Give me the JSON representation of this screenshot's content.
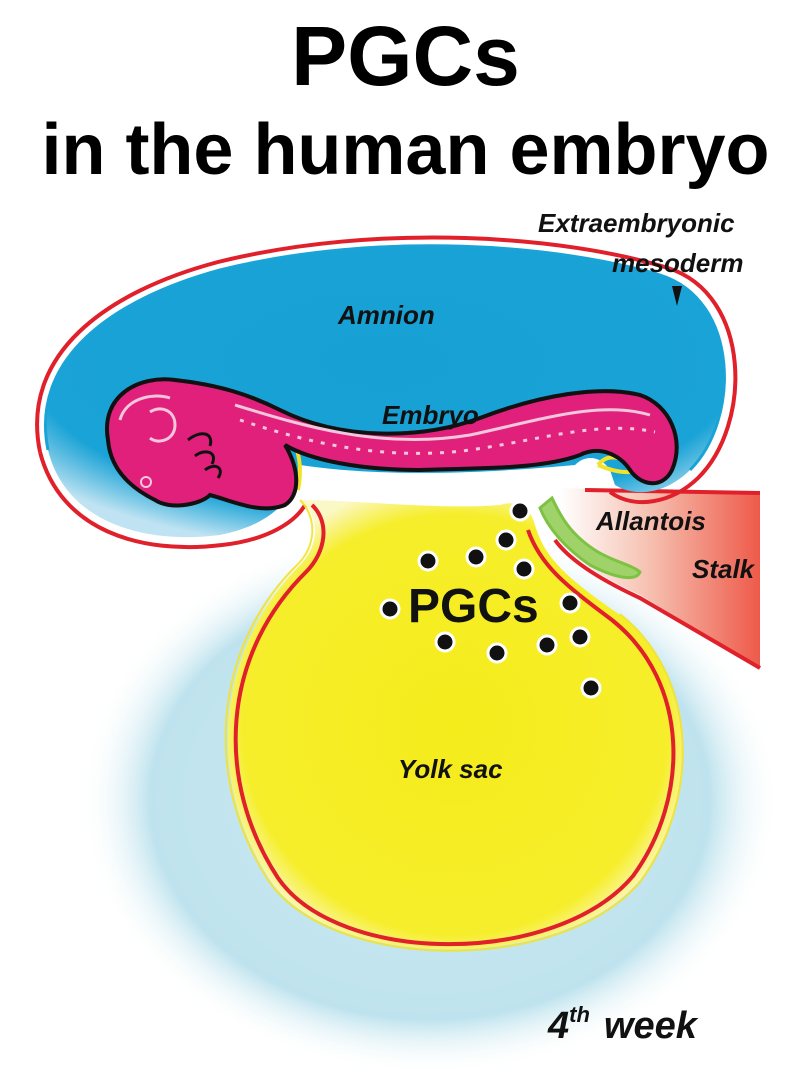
{
  "title": {
    "line1": "PGCs",
    "line2": "in the human embryo"
  },
  "labels": {
    "extraembryonic_line1": "Extraembryonic",
    "extraembryonic_line2": "mesoderm",
    "amnion": "Amnion",
    "embryo": "Embryo",
    "allantois": "Allantois",
    "stalk": "Stalk",
    "pgcs": "PGCs",
    "yolk_sac": "Yolk sac",
    "week_number": "4",
    "week_suffix": "th",
    "week_word": "week"
  },
  "colors": {
    "amnion": "#1aa3d6",
    "mesoderm_line": "#e0202a",
    "embryo": "#e0207a",
    "yolk_sac": "#f7ee1e",
    "allantois": "#7dc242",
    "stalk": "#ee5a4a",
    "halo": "#bfe3ee",
    "pgc_dot": "#000000"
  }
}
